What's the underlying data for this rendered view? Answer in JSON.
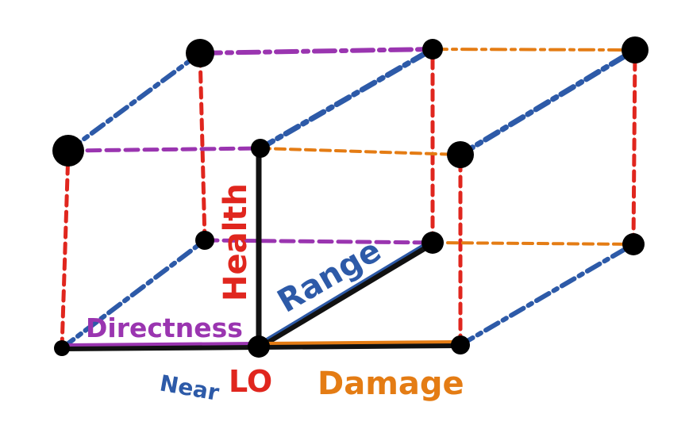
{
  "labels": {
    "health": "Health",
    "range": "Range",
    "directness": "Directness",
    "near": "Near",
    "lo": "LO",
    "damage": "Damage"
  },
  "colors": {
    "health": "#e0261e",
    "range": "#2d5aa8",
    "directness": "#9a35b0",
    "damage": "#e47c14",
    "axis": "#111111",
    "vertex": "#000000"
  }
}
